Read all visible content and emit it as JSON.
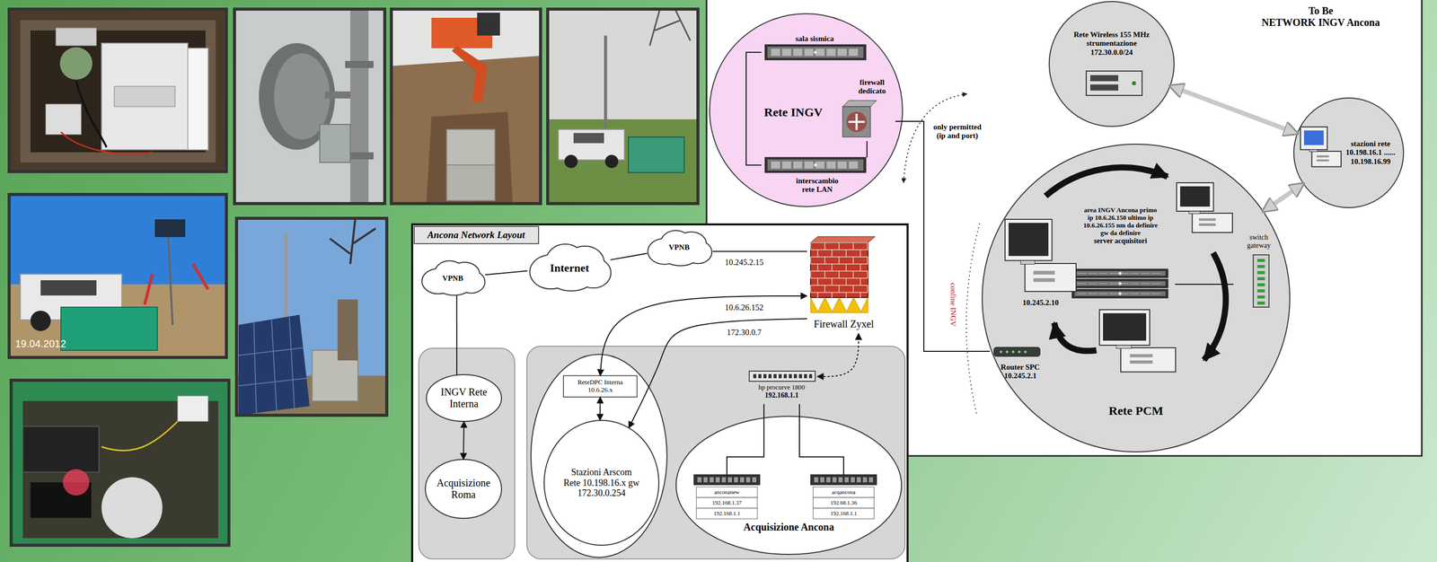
{
  "diagram": {
    "nodes": [
      {
        "text": [
          "To Be",
          "NETWORK INGV Ancona"
        ]
      },
      {
        "text": [
          "Rete INGV"
        ],
        "in": 0
      },
      {
        "text": [
          "sala sismica"
        ],
        "in": 1
      },
      {
        "text": [
          "firewall dedicato"
        ],
        "in": 1
      },
      {
        "text": [
          "interscambio rete LAN"
        ],
        "in": 1
      },
      {
        "text": [
          "Rete Wireless 155 MHz strumentazione 172.30.0.0/24"
        ],
        "in": 0
      },
      {
        "text": [
          "stazioni rete 10.198.16.1 ...... 10.198.16.99"
        ],
        "in": 0
      },
      {
        "text": [
          "Rete PCM"
        ],
        "in": 0
      },
      {
        "text": [
          "area INGV Ancona primo ip 10.6.26.150 ultimo ip 10.6.26.155 nm da definire gw da definire",
          "server acquisitori"
        ],
        "in": 7
      },
      {
        "text": [
          "10.245.2.10"
        ],
        "in": 7
      },
      {
        "text": [
          "switch gateway"
        ],
        "in": 7
      },
      {
        "text": [
          "Router SPC 10.245.2.1"
        ],
        "in": 7
      },
      {
        "text": [
          "Ancona Network Layout"
        ]
      },
      {
        "text": [
          "VPNB"
        ],
        "in": 12
      },
      {
        "text": [
          "Internet"
        ],
        "in": 12
      },
      {
        "text": [
          "VPNB"
        ],
        "in": 12
      },
      {
        "text": [
          "Firewall Zyxel"
        ],
        "in": 12
      },
      {
        "text": [
          "INGV Rete Interna"
        ],
        "in": 12
      },
      {
        "text": [
          "Acquisizione Roma"
        ],
        "in": 12
      },
      {
        "text": [
          "ReteDPC Interna 10.6.26.x"
        ],
        "in": 12
      },
      {
        "text": [
          "Stazioni Arscom Rete 10.198.16.x gw 172.30.0.254"
        ],
        "in": 12
      },
      {
        "text": [
          "hp procurve 1800",
          "192.168.1.1"
        ],
        "in": 12
      },
      {
        "text": [
          "Acquisizione Ancona"
        ],
        "in": 12
      },
      {
        "text": [
          "anconanew",
          "192.168.1.37",
          "192.168.1.1"
        ],
        "in": 22
      },
      {
        "text": [
          "acqancona",
          "192.68.1.36",
          "192.168.1.1"
        ],
        "in": 22
      }
    ],
    "edges": [
      {
        "from": 2,
        "to": 4,
        "arrow": "none"
      },
      {
        "from": 3,
        "to": 4,
        "arrow": "none"
      },
      {
        "from": 3,
        "to": 11,
        "label": "only permitted (ip and port)",
        "arrow": "none"
      },
      {
        "from": 5,
        "to": 6,
        "arrow": "both"
      },
      {
        "from": 6,
        "to": 7,
        "arrow": "both"
      },
      {
        "from": 8,
        "to": 10,
        "arrow": "none"
      },
      {
        "from": 13,
        "to": 17,
        "arrow": "none"
      },
      {
        "from": 13,
        "to": 14,
        "arrow": "none"
      },
      {
        "from": 14,
        "to": 15,
        "arrow": "none"
      },
      {
        "from": 15,
        "to": 16,
        "label": "10.245.2.15",
        "arrow": "none"
      },
      {
        "from": 16,
        "to": 19,
        "label": "10.6.26.152",
        "arrow": "both"
      },
      {
        "from": 16,
        "to": 20,
        "label": "172.30.0.7",
        "arrow": "to"
      },
      {
        "from": 19,
        "to": 20,
        "arrow": "both"
      },
      {
        "from": 17,
        "to": 18,
        "arrow": "both"
      },
      {
        "from": 16,
        "to": 21,
        "arrow": "both"
      },
      {
        "from": 21,
        "to": 23,
        "arrow": "none"
      },
      {
        "from": 21,
        "to": 24,
        "arrow": "none"
      }
    ],
    "labels": [
      "19.04.2012",
      "confine INGV"
    ]
  }
}
